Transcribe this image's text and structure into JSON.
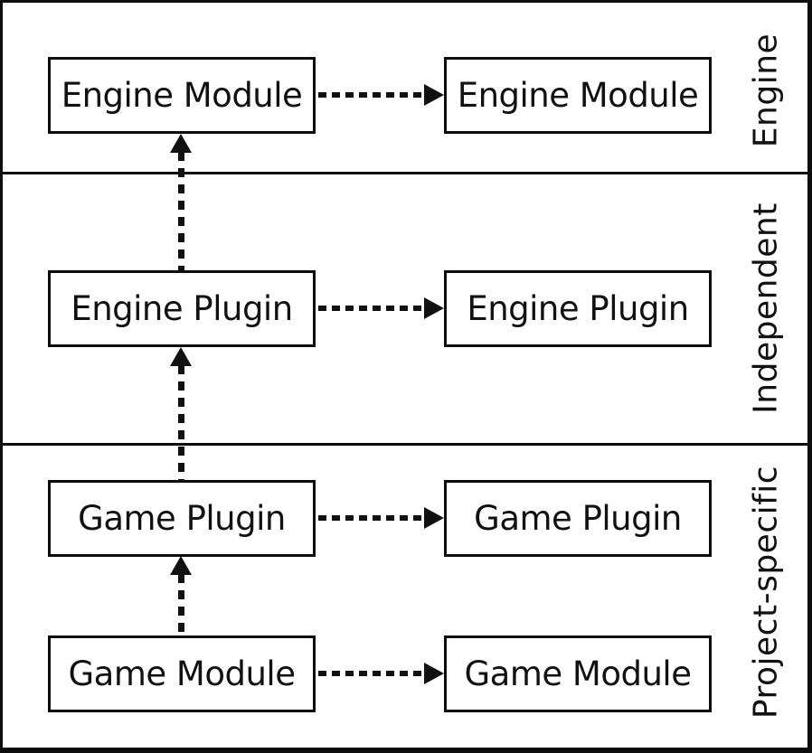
{
  "bands": [
    {
      "label": "Engine"
    },
    {
      "label": "Independent"
    },
    {
      "label": "Project-specific"
    }
  ],
  "rows": [
    {
      "left": "Engine Module",
      "right": "Engine Module"
    },
    {
      "left": "Engine Plugin",
      "right": "Engine Plugin"
    },
    {
      "left": "Game Plugin",
      "right": "Game Plugin"
    },
    {
      "left": "Game Module",
      "right": "Game Module"
    }
  ],
  "arrows": {
    "horizontal": [
      {
        "from": "Engine Module (left)",
        "to": "Engine Module (right)",
        "style": "dashed"
      },
      {
        "from": "Engine Plugin (left)",
        "to": "Engine Plugin (right)",
        "style": "dashed"
      },
      {
        "from": "Game Plugin (left)",
        "to": "Game Plugin (right)",
        "style": "dashed"
      },
      {
        "from": "Game Module (left)",
        "to": "Game Module (right)",
        "style": "dashed"
      }
    ],
    "vertical": [
      {
        "from": "Engine Plugin",
        "to": "Engine Module",
        "style": "dashed",
        "direction": "up"
      },
      {
        "from": "Game Plugin",
        "to": "Engine Plugin",
        "style": "dashed",
        "direction": "up"
      },
      {
        "from": "Game Module",
        "to": "Game Plugin",
        "style": "dashed",
        "direction": "up"
      }
    ]
  },
  "colors": {
    "line": "#0d0d0d",
    "text": "#111111",
    "background": "#ffffff"
  }
}
